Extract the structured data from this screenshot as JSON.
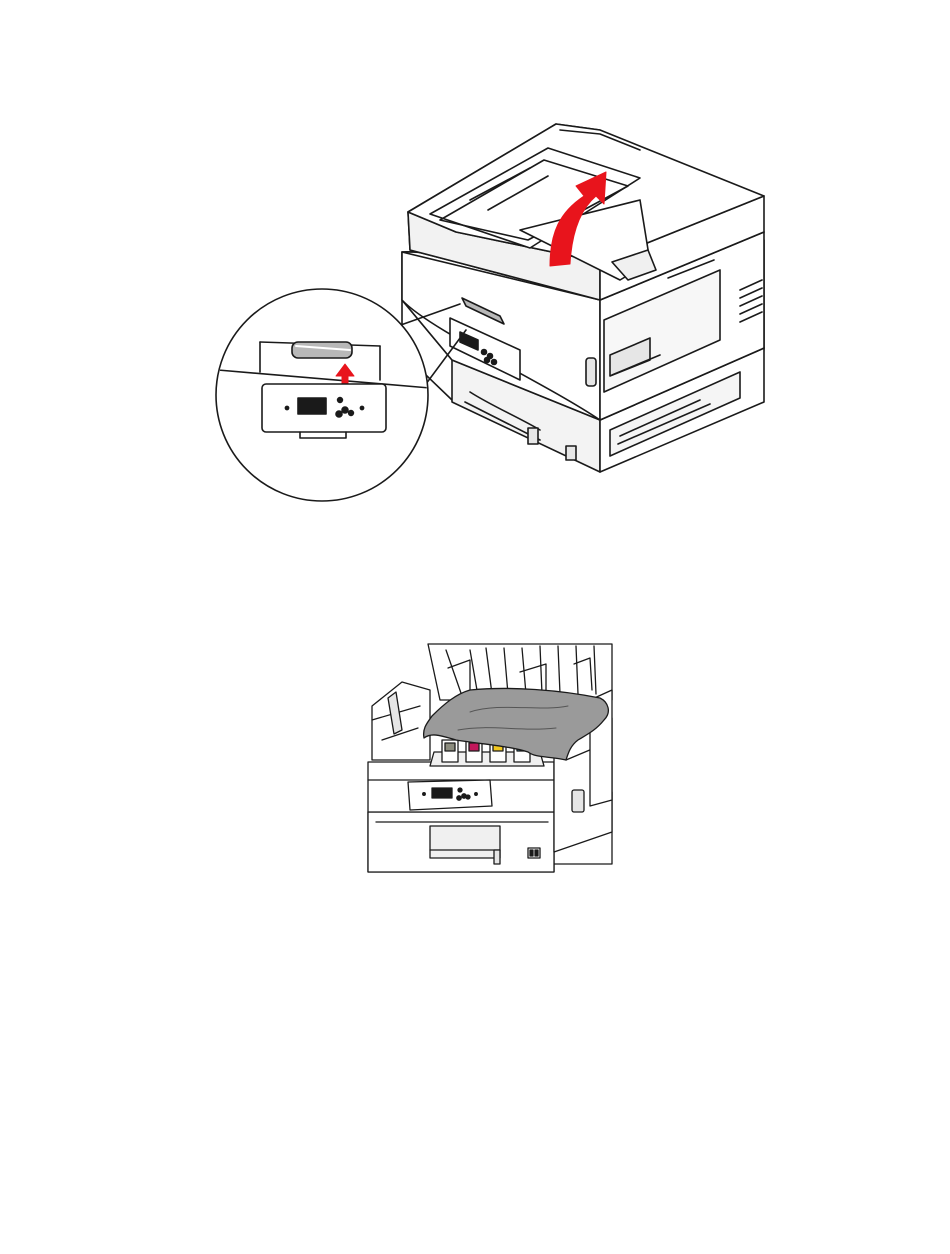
{
  "colors": {
    "background": "#ffffff",
    "line": "#1a1a1a",
    "printer_body": "#ffffff",
    "shade_light": "#e6e6e6",
    "shade_mid": "#b8b8b8",
    "shade_dark": "#7a7a7a",
    "accent_red": "#e8141c",
    "paper": "#9a9a9a",
    "toner_black": "#8c8c7e",
    "toner_magenta": "#c2185b",
    "toner_yellow": "#f2c81e",
    "toner_cyan": "#33a8d6"
  },
  "figures": [
    {
      "id": "figure-open-top-cover",
      "icons": [
        "printer-closed-icon",
        "lift-arrow-icon",
        "release-lever-icon",
        "magnifier-callout-icon",
        "control-panel-icon"
      ]
    },
    {
      "id": "figure-remove-jammed-paper",
      "icons": [
        "printer-open-icon",
        "jammed-paper-icon",
        "toner-cartridges-icon",
        "control-panel-icon"
      ]
    }
  ],
  "toner_colors": [
    "black",
    "magenta",
    "yellow",
    "cyan"
  ]
}
